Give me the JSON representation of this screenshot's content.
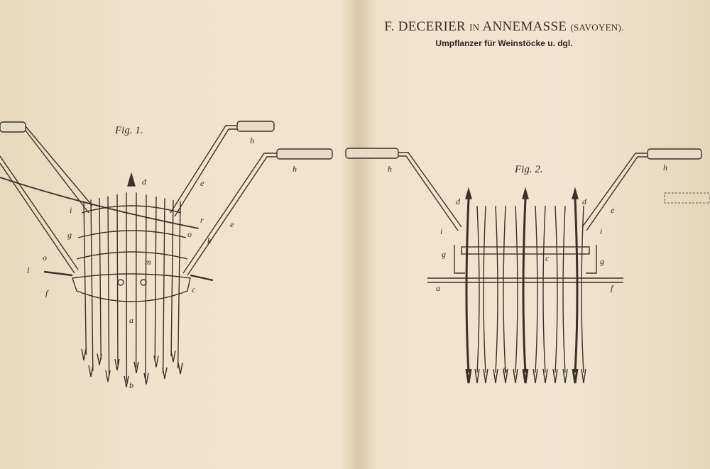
{
  "header": {
    "patentee": "F. DECERIER",
    "in_word": "IN",
    "place": "ANNEMASSE",
    "region": "(SAVOYEN).",
    "subtitle": "Umpflanzer für Weinstöcke u. dgl."
  },
  "figure1": {
    "caption": "Fig. 1.",
    "labels": [
      "h",
      "h",
      "e",
      "e",
      "d",
      "i",
      "i",
      "r",
      "g",
      "k",
      "o",
      "o",
      "l",
      "m",
      "f",
      "c",
      "a",
      "b"
    ]
  },
  "figure2": {
    "caption": "Fig. 2.",
    "labels": [
      "h",
      "h",
      "d",
      "d",
      "e",
      "i",
      "i",
      "g",
      "g",
      "c",
      "f",
      "a",
      "b"
    ]
  }
}
